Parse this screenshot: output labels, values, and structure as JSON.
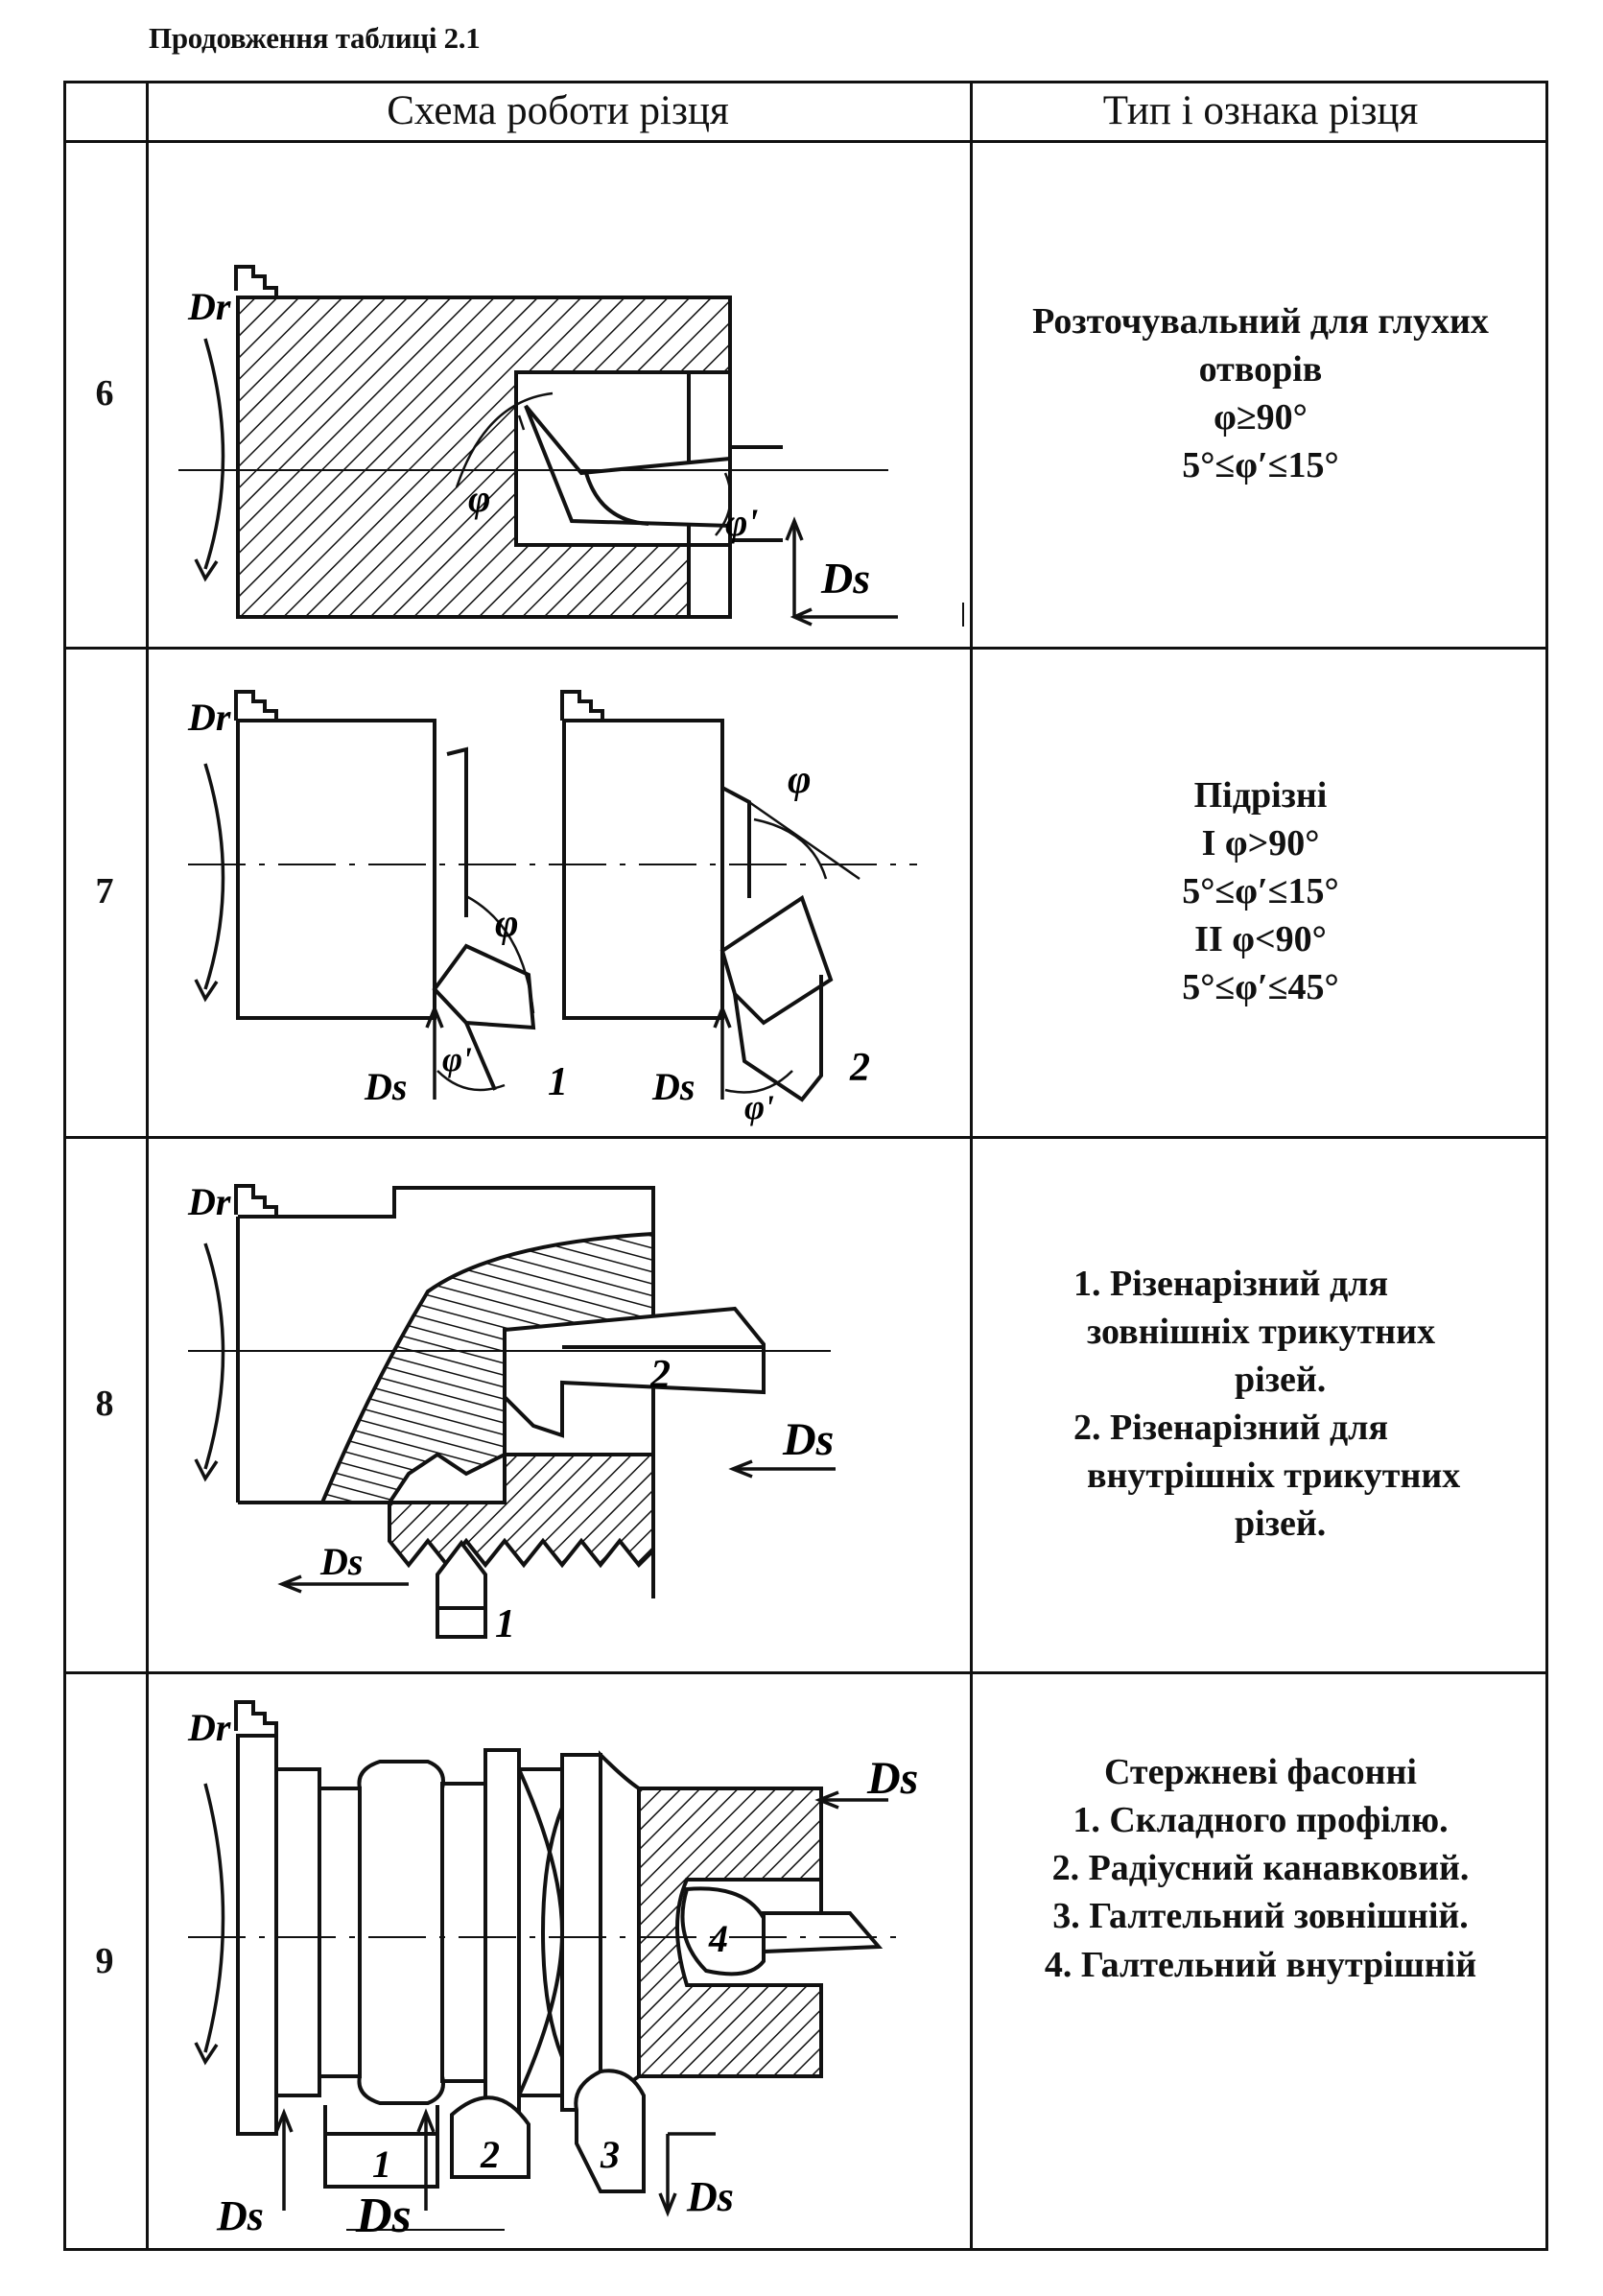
{
  "caption": "Продовження таблиці 2.1",
  "table": {
    "headers": [
      "",
      "Схема роботи різця",
      "Тип і ознака різця"
    ],
    "rows": [
      {
        "num": "6",
        "labels": {
          "dr": "Dr",
          "ds": "Ds",
          "phi": "φ",
          "phi2": "φ'"
        },
        "lines": [
          "Розточувальний для глухих",
          "отворів",
          "φ≥90°",
          "5°≤φ′≤15°"
        ]
      },
      {
        "num": "7",
        "labels": {
          "dr": "Dr",
          "ds1": "Ds",
          "ds2": "Ds",
          "phi_a": "φ",
          "phi_b": "φ",
          "phi2_a": "φ'",
          "phi2_b": "φ'",
          "n1": "1",
          "n2": "2"
        },
        "lines": [
          "Підрізні",
          "I  φ>90°",
          "5°≤φ′≤15°",
          "II  φ<90°",
          "5°≤φ′≤45°"
        ]
      },
      {
        "num": "8",
        "labels": {
          "dr": "Dr",
          "ds1": "Ds",
          "ds2": "Ds",
          "n1": "1",
          "n2": "2"
        },
        "lines": [
          "1.  Різенарізний для",
          "зовнішніх трикутних",
          "різей.",
          "2.  Різенарізний для",
          "внутрішніх трикутних",
          "різей."
        ]
      },
      {
        "num": "9",
        "labels": {
          "dr": "Dr",
          "ds1": "Ds",
          "ds2": "Ds",
          "ds3": "Ds",
          "ds4": "Ds",
          "n1": "1",
          "n2": "2",
          "n3": "3",
          "n4": "4"
        },
        "lines": [
          "Стержневі фасонні",
          "1.  Складного профілю.",
          "2.  Радіусний канавковий.",
          "3.  Галтельний зовнішній.",
          "4. Галтельний внутрішній"
        ]
      }
    ]
  }
}
